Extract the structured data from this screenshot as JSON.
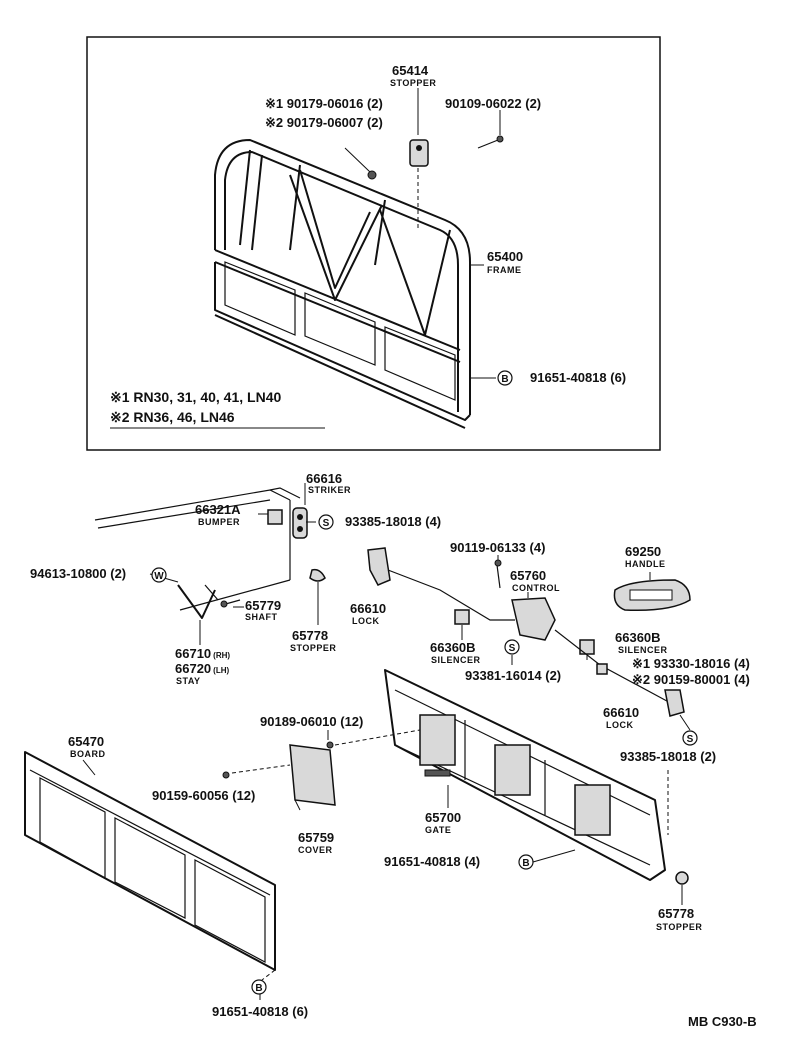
{
  "labels": {
    "p65414": "65414",
    "p65414_name": "STOPPER",
    "n1_90179_06016": "※1 90179-06016 (2)",
    "n2_90179_06007": "※2 90179-06007 (2)",
    "p90109": "90109-06022 (2)",
    "p65400": "65400",
    "p65400_name": "FRAME",
    "p91651_top": "91651-40818 (6)",
    "note1": "※1 RN30, 31, 40, 41, LN40",
    "note2": "※2 RN36, 46, LN46",
    "p66616": "66616",
    "p66616_name": "STRIKER",
    "p66321": "66321A",
    "p66321_name": "BUMPER",
    "p93385_a": "93385-18018 (4)",
    "p94613": "94613-10800 (2)",
    "p65779": "65779",
    "p65779_name": "SHAFT",
    "p66610_a": "66610",
    "p66610_a_name": "LOCK",
    "p65778_a": "65778",
    "p65778_a_name": "STOPPER",
    "p66710": "66710",
    "p66710_suffix": "(RH)",
    "p66720": "66720",
    "p66720_suffix": "(LH)",
    "stay": "STAY",
    "p90119": "90119-06133 (4)",
    "p65760": "65760",
    "p65760_name": "CONTROL",
    "p69250": "69250",
    "p69250_name": "HANDLE",
    "p66360_a": "66360B",
    "p66360_a_name": "SILENCER",
    "p66360_b": "66360B",
    "p66360_b_name": "SILENCER",
    "p93381": "93381-16014 (2)",
    "p93330": "※1 93330-18016 (4)",
    "p90159_8": "※2 90159-80001 (4)",
    "p66610_b": "66610",
    "p66610_b_name": "LOCK",
    "p93385_b": "93385-18018 (2)",
    "p65470": "65470",
    "p65470_name": "BOARD",
    "p90189": "90189-06010 (12)",
    "p90159_6": "90159-60056 (12)",
    "p65759": "65759",
    "p65759_name": "COVER",
    "p65700": "65700",
    "p65700_name": "GATE",
    "p91651_mid": "91651-40818 (4)",
    "p65778_b": "65778",
    "p65778_b_name": "STOPPER",
    "p91651_bot": "91651-40818 (6)",
    "code": "MB C930-B"
  },
  "marks": {
    "B": "B",
    "S": "S",
    "W": "W"
  }
}
